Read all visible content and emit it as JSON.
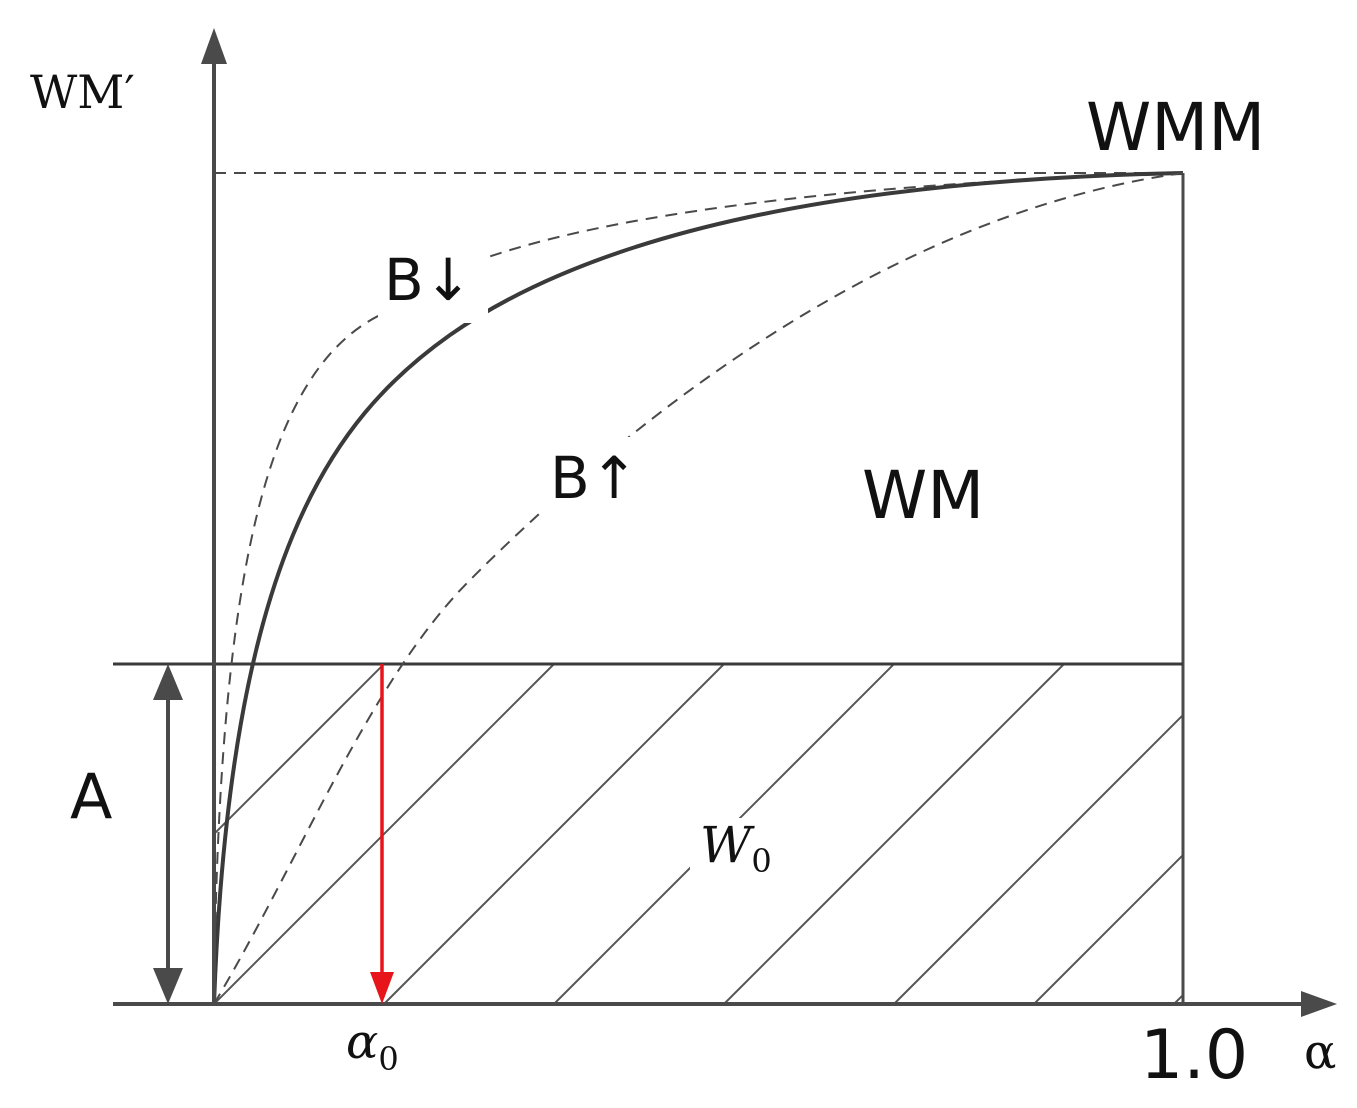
{
  "labels": {
    "y_axis": "WM′",
    "x_axis": "α",
    "x_max": "1.0",
    "x_marker_base": "α",
    "x_marker_sub": "0",
    "wmm": "WMM",
    "wm": "WM",
    "b_down": "B↓",
    "b_up": "B↑",
    "a": "A",
    "w0_base": "W",
    "w0_sub": "0"
  },
  "colors": {
    "axis": "#4a4a4a",
    "curve": "#3a3a3a",
    "dashed": "#4a4a4a",
    "hatch": "#555555",
    "marker_arrow": "#e8141c"
  }
}
